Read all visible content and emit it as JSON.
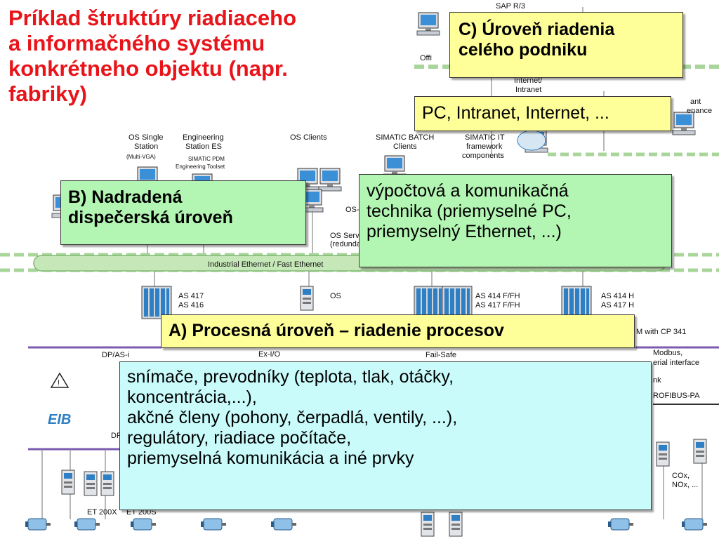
{
  "title": "Príklad štruktúry riadiaceho\na informačného systému\nkonkrétneho objektu (napr.\nfabriky)",
  "callouts": {
    "level_c_title": "C) Úroveň riadenia\ncelého podniku",
    "level_c_desc": "PC, Intranet, Internet, ...",
    "level_b_title": "B) Nadradená\ndispečerská úroveň",
    "level_b_desc": "výpočtová a komunikačná\ntechnika (priemyselné PC,\npriemyselný Ethernet, ...)",
    "level_a_title": "A) Procesná úroveň – riadenie procesov",
    "level_a_desc": "snímače, prevodníky (teplota, tlak, otáčky,\nkoncentrácia,...),\nakčné členy (pohony, čerpadlá, ventily, ...),\nregulátory, riadiace počítače,\npriemyselná komunikácia  a iné prvky"
  },
  "background_labels": {
    "sap": "SAP R/3",
    "office": "Offi",
    "internet": "Internet/",
    "intranet": "Intranet",
    "plant": "ant",
    "maintenance": "enance",
    "os_single": "OS Single",
    "station": "Station",
    "multi_vga": "(Multi-VGA)",
    "engineering": "Engineering",
    "station_es": "Station ES",
    "simatic_pdm": "SIMATIC PDM",
    "eng_toolset": "Engineering Toolset",
    "os_clients": "OS Clients",
    "simatic_batch": "SIMATIC BATCH",
    "clients": "Clients",
    "simatic_it": "SIMATIC IT",
    "framework": "framework",
    "components": "components",
    "os_short": "OS-",
    "os_server": "OS Serv",
    "redundant": "(redunda",
    "ethernet": "Industrial Ethernet / Fast Ethernet",
    "as417": "AS 417",
    "as416": "AS 416",
    "os": "OS",
    "as414f": "AS 414 F/FH",
    "as417f": "AS 417 F/FH",
    "as414h": "AS 414 H",
    "as417h": "AS 417 H",
    "cp341": "M with CP 341",
    "dp_asi": "DP/AS-i",
    "ex_io": "Ex-I/O",
    "fail_safe": "Fail-Safe",
    "modbus": "Modbus,",
    "serial": "erial interface",
    "dp_short": "DF",
    "nk": "nk",
    "profibus_pa": "ROFIBUS-PA",
    "cox": "COx,",
    "nox": "NOx, ...",
    "eib": "EIB",
    "et200x": "ET 200X",
    "et200s": "ET 200S"
  },
  "colors": {
    "title_red": "#e8141a",
    "callout_yellow": "#ffff99",
    "callout_green": "#b3f5b3",
    "callout_cyan": "#c9fbfb",
    "network_green": "#a8d59a",
    "device_blue": "#2f7fc4"
  }
}
